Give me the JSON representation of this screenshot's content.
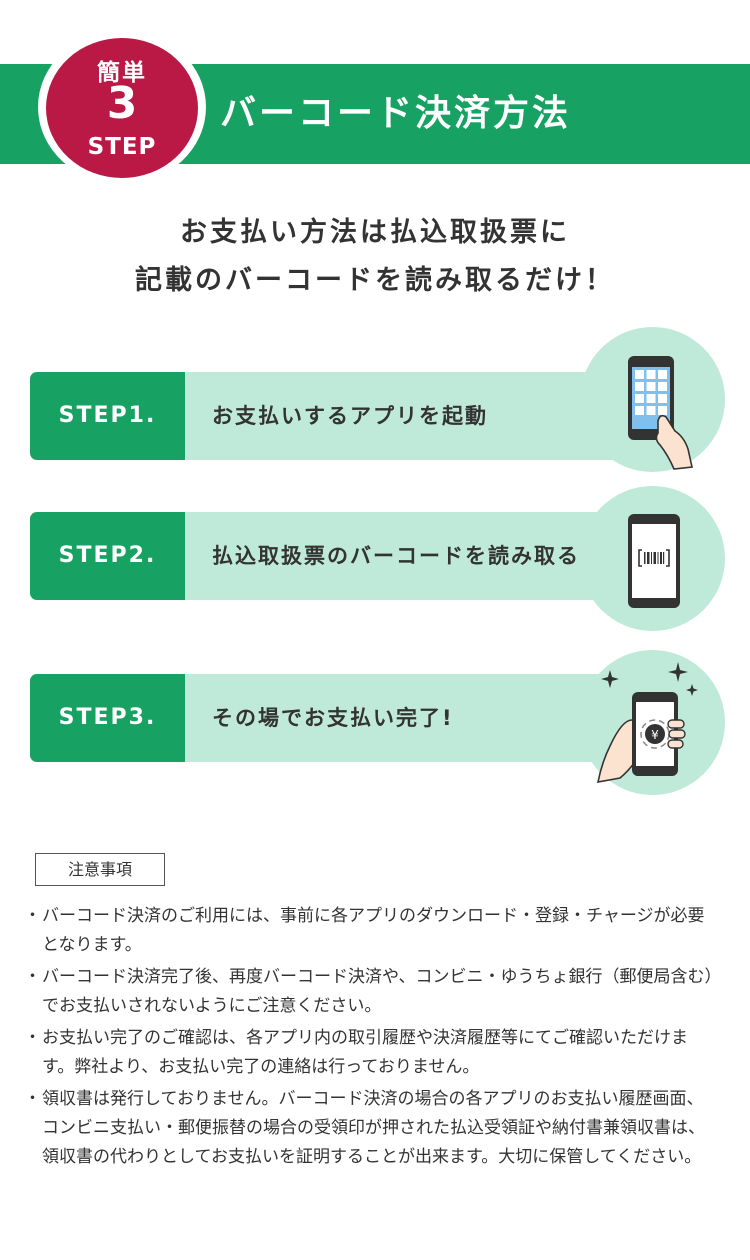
{
  "header": {
    "badge_top": "簡単",
    "badge_number": "3",
    "badge_bottom": "STEP",
    "title": "バーコード決済方法"
  },
  "intro": {
    "line1": "お支払い方法は払込取扱票に",
    "line2": "記載のバーコードを読み取るだけ！"
  },
  "steps": [
    {
      "label": "STEP1.",
      "text": "お支払いするアプリを起動",
      "icon": "smartphone-app-grid-icon"
    },
    {
      "label": "STEP2.",
      "text": "払込取扱票のバーコードを読み取る",
      "icon": "smartphone-barcode-scan-icon"
    },
    {
      "label": "STEP3.",
      "text": "その場でお支払い完了!",
      "icon": "smartphone-yen-payment-icon"
    }
  ],
  "notice": {
    "label": "注意事項",
    "items": [
      "バーコード決済のご利用には、事前に各アプリのダウンロード・登録・チャージが必要となります。",
      "バーコード決済完了後、再度バーコード決済や、コンビニ・ゆうちょ銀行（郵便局含む）でお支払いされないようにご注意ください。",
      "お支払い完了のご確認は、各アプリ内の取引履歴や決済履歴等にてご確認いただけます。弊社より、お支払い完了の連絡は行っておりません。",
      "領収書は発行しておりません。バーコード決済の場合の各アプリのお支払い履歴画面、コンビニ支払い・郵便振替の場合の受領印が押された払込受領証や納付書兼領収書は、領収書の代わりとしてお支払いを証明することが出来ます。大切に保管してください。"
    ]
  },
  "colors": {
    "green": "#17a263",
    "light_green": "#bfe9d8",
    "crimson": "#ba1946"
  }
}
